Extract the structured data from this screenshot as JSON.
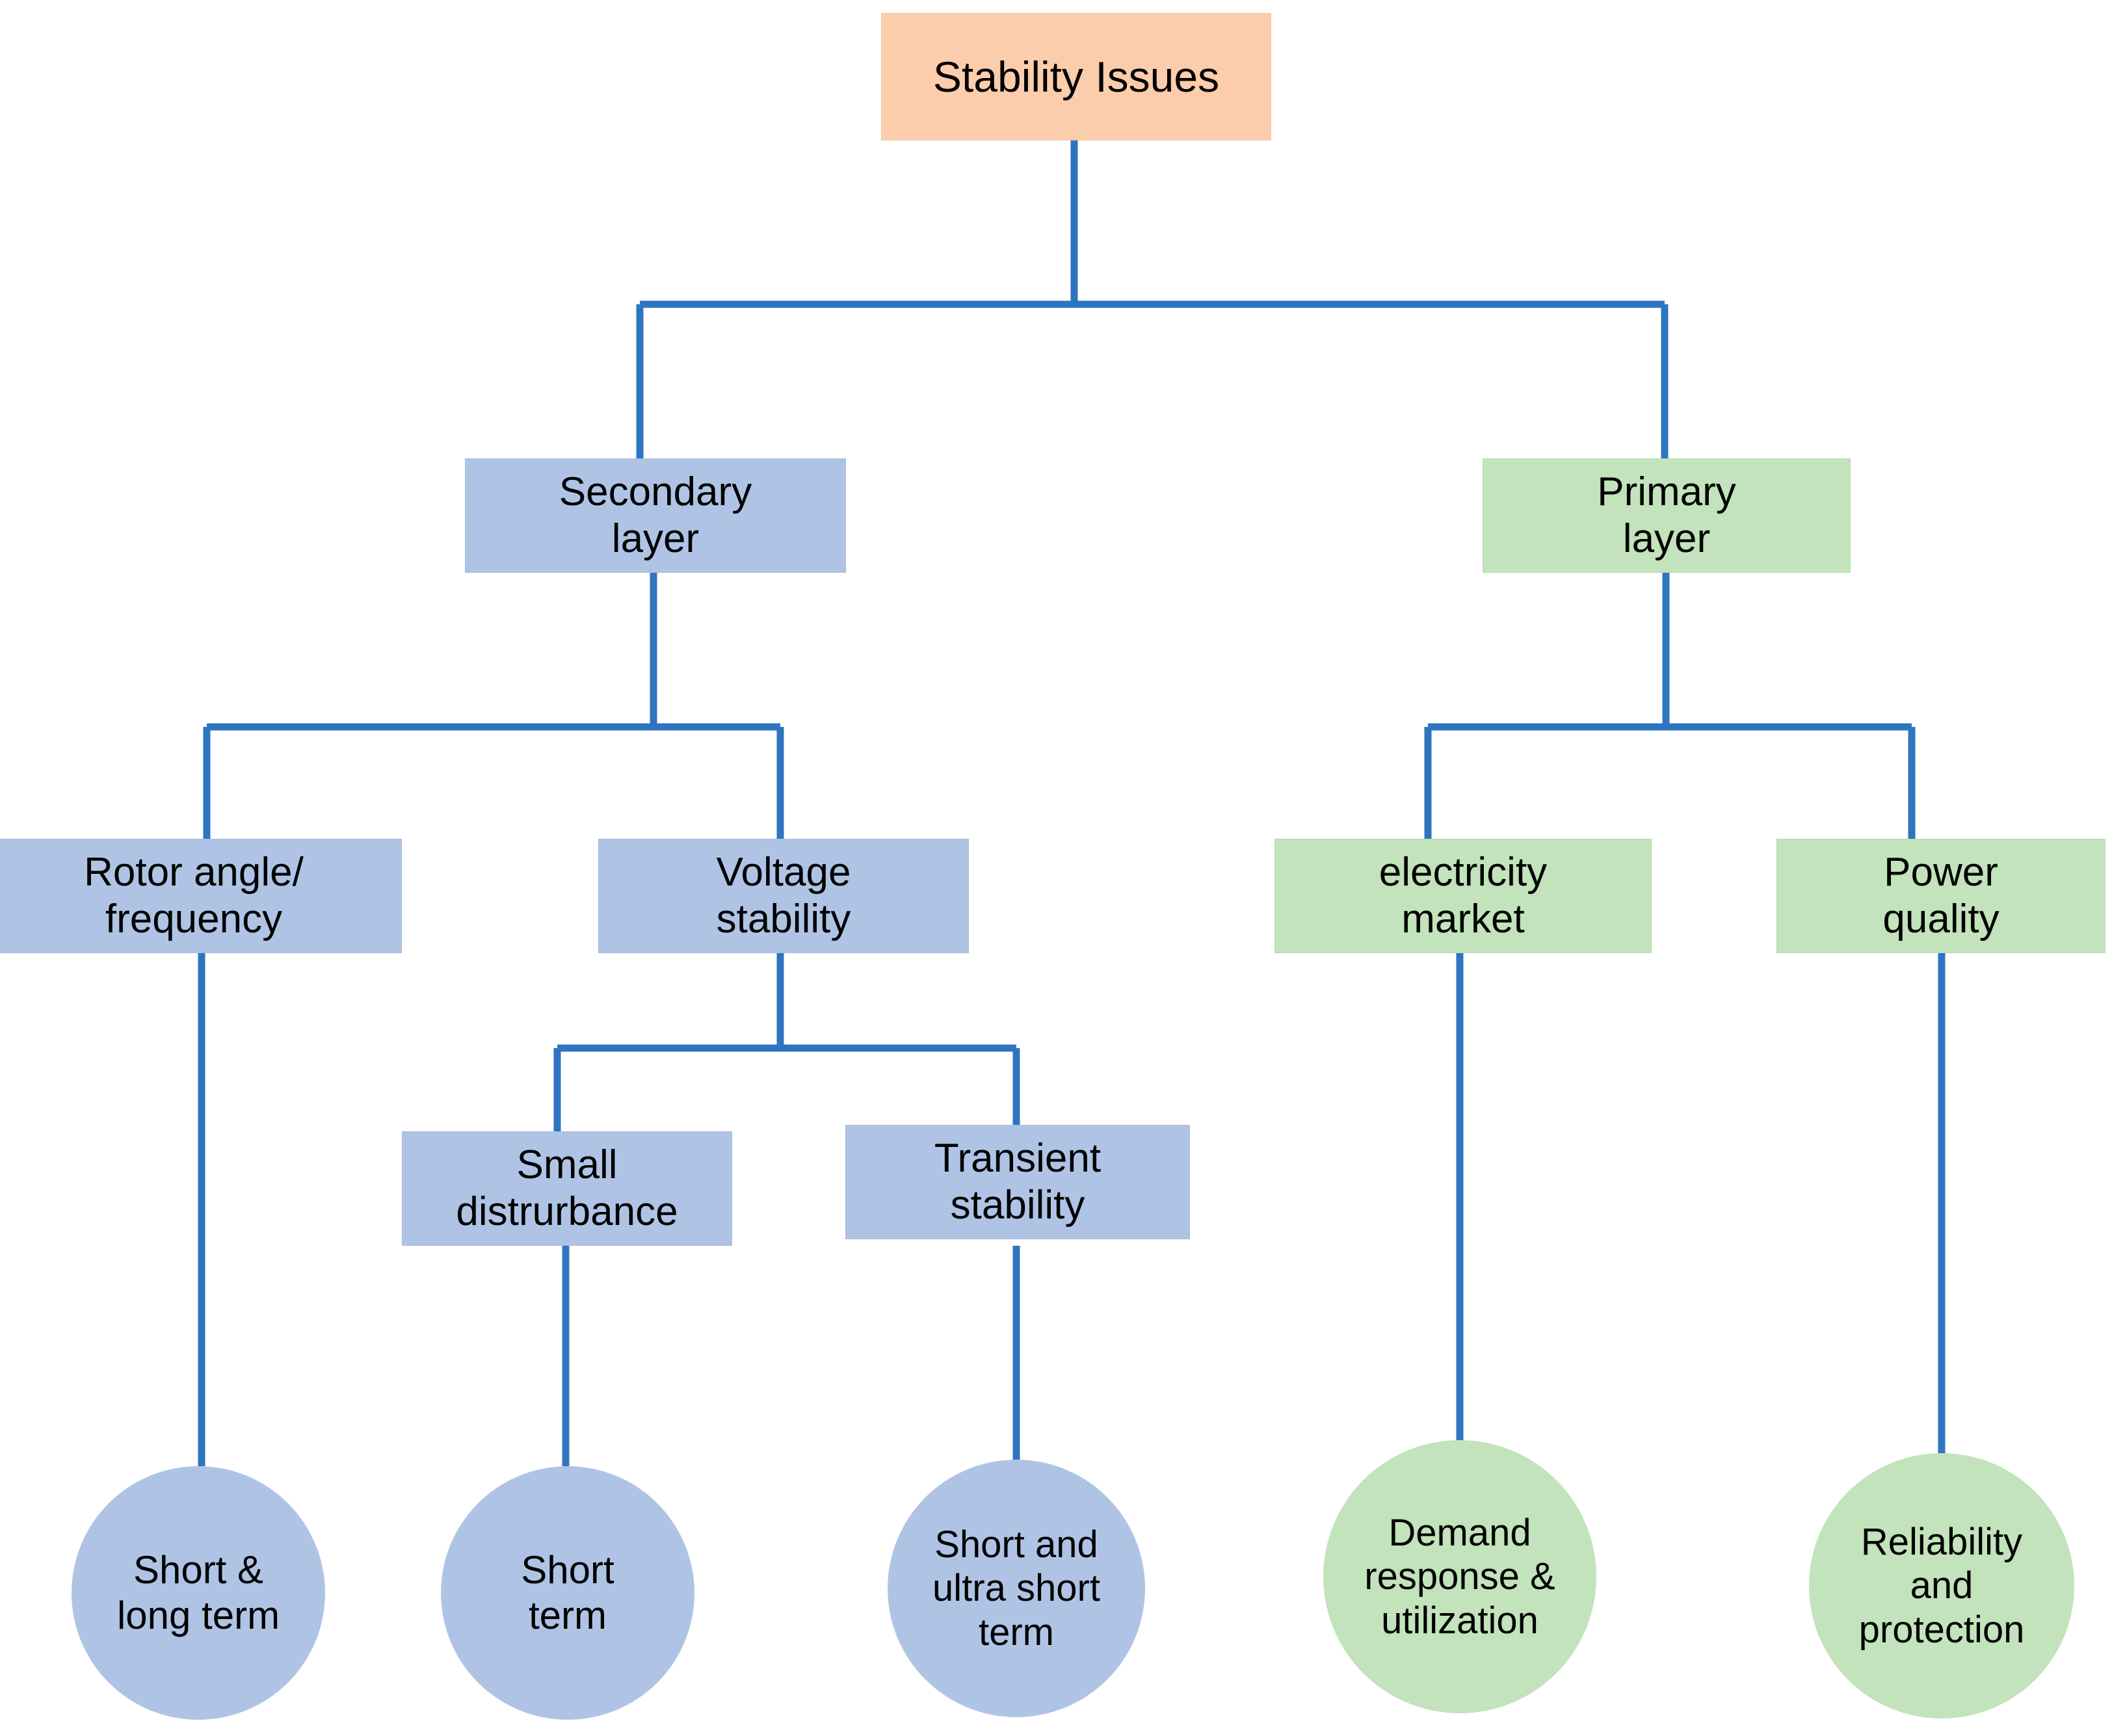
{
  "diagram": {
    "title": "Stability Issues taxonomy",
    "type": "tree",
    "colors": {
      "root_fill": "#FCCDAC",
      "secondary_fill": "#AFC4E5",
      "primary_fill": "#C2E3BB",
      "connector": "#2E75C0",
      "text": "#000000",
      "background": "#FFFFFF"
    },
    "nodes": {
      "root": {
        "label": "Stability Issues",
        "shape": "rect",
        "color": "root_fill"
      },
      "secondary_layer": {
        "label": "Secondary\nlayer",
        "shape": "rect",
        "color": "secondary_fill"
      },
      "primary_layer": {
        "label": "Primary\nlayer",
        "shape": "rect",
        "color": "primary_fill"
      },
      "rotor_angle_frequency": {
        "label": "Rotor angle/\nfrequency",
        "shape": "rect",
        "color": "secondary_fill"
      },
      "voltage_stability": {
        "label": "Voltage\nstability",
        "shape": "rect",
        "color": "secondary_fill"
      },
      "electricity_market": {
        "label": "electricity\nmarket",
        "shape": "rect",
        "color": "primary_fill"
      },
      "power_quality": {
        "label": "Power\nquality",
        "shape": "rect",
        "color": "primary_fill"
      },
      "small_disturbance": {
        "label": "Small\ndistrurbance",
        "shape": "rect",
        "color": "secondary_fill"
      },
      "transient_stability": {
        "label": "Transient\nstability",
        "shape": "rect",
        "color": "secondary_fill"
      },
      "short_long_term": {
        "label": "Short &\nlong term",
        "shape": "circle",
        "color": "secondary_fill"
      },
      "short_term": {
        "label": "Short\nterm",
        "shape": "circle",
        "color": "secondary_fill"
      },
      "short_ultra_short_term": {
        "label": "Short and\nultra short\nterm",
        "shape": "circle",
        "color": "secondary_fill"
      },
      "demand_response_utilization": {
        "label": "Demand\nresponse &\nutilization",
        "shape": "circle",
        "color": "primary_fill"
      },
      "reliability_protection": {
        "label": "Reliability\nand\nprotection",
        "shape": "circle",
        "color": "primary_fill"
      }
    },
    "edges": [
      {
        "from": "root",
        "to": "secondary_layer"
      },
      {
        "from": "root",
        "to": "primary_layer"
      },
      {
        "from": "secondary_layer",
        "to": "rotor_angle_frequency"
      },
      {
        "from": "secondary_layer",
        "to": "voltage_stability"
      },
      {
        "from": "primary_layer",
        "to": "electricity_market"
      },
      {
        "from": "primary_layer",
        "to": "power_quality"
      },
      {
        "from": "voltage_stability",
        "to": "small_disturbance"
      },
      {
        "from": "voltage_stability",
        "to": "transient_stability"
      },
      {
        "from": "rotor_angle_frequency",
        "to": "short_long_term"
      },
      {
        "from": "small_disturbance",
        "to": "short_term"
      },
      {
        "from": "transient_stability",
        "to": "short_ultra_short_term"
      },
      {
        "from": "electricity_market",
        "to": "demand_response_utilization"
      },
      {
        "from": "power_quality",
        "to": "reliability_protection"
      }
    ]
  }
}
